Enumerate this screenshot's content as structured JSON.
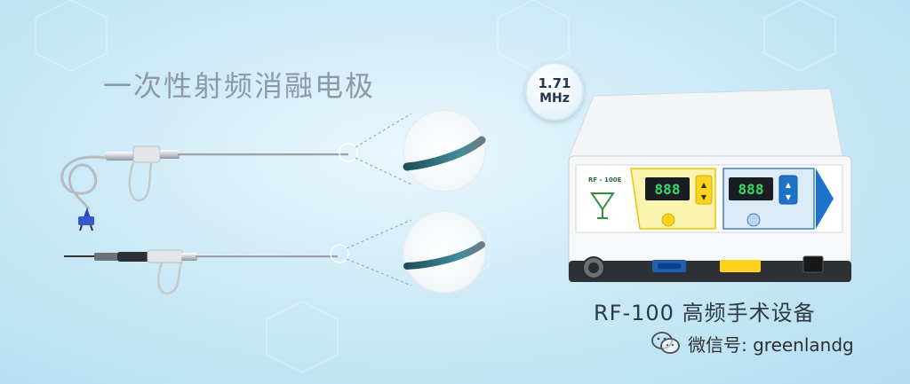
{
  "title": "一次性射频消融电极",
  "badge": {
    "value": "1.71",
    "unit": "MHz"
  },
  "device": {
    "caption": "RF-100 高频手术设备",
    "panel_brand": "RF - 100E",
    "display_left": "888",
    "display_right": "888"
  },
  "watermark": {
    "text": "微信号: greenlandg"
  },
  "icons": [
    "wechat-icon"
  ]
}
